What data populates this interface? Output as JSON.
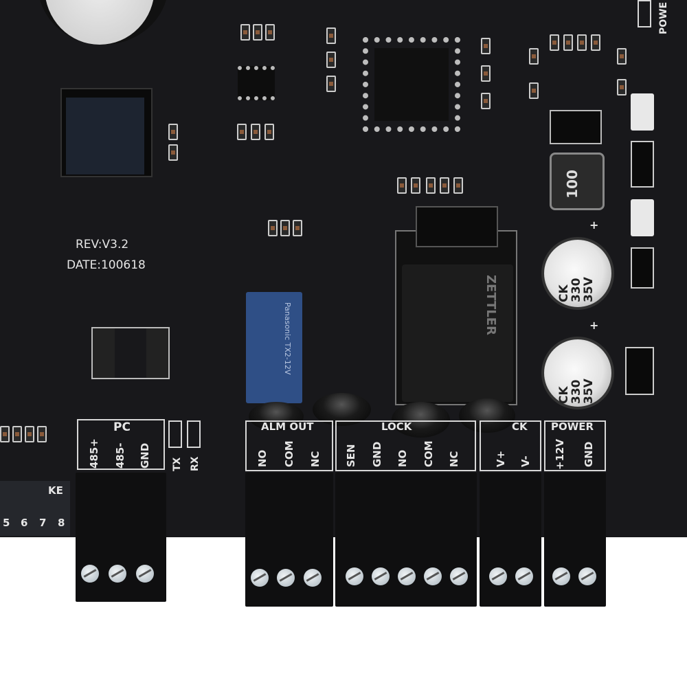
{
  "board": {
    "rev": "REV:V3.2",
    "date": "DATE:100618",
    "power_top": "POWE",
    "dip_label": "KE",
    "dip_numbers": [
      "5",
      "6",
      "7",
      "8"
    ],
    "inductor": "100",
    "capacitors": [
      {
        "brand": "CK",
        "value": "330",
        "voltage": "35V"
      },
      {
        "brand": "CK",
        "value": "330",
        "voltage": "35V"
      }
    ],
    "relay_small": "Panasonic TX2-12V",
    "relay_large": "ZETTLER",
    "plus": "+"
  },
  "terminals": {
    "pc": {
      "title": "PC",
      "pins": [
        "485+",
        "485-",
        "GND"
      ]
    },
    "txrx": [
      "TX",
      "RX"
    ],
    "alarm": {
      "title": "ALM OUT",
      "pins": [
        "NO",
        "COM",
        "NC"
      ]
    },
    "lock": {
      "title": "LOCK",
      "pins": [
        "SEN",
        "GND",
        "NO",
        "COM",
        "NC"
      ]
    },
    "lock_power": {
      "title": "CK",
      "pins": [
        "V+",
        "V-"
      ]
    },
    "power": {
      "title": "POWER",
      "pins": [
        "+12V",
        "GND"
      ]
    }
  },
  "colors": {
    "board": "#18181b",
    "silkscreen": "#e6e6e6",
    "relay_blue": "#2f4f86",
    "screw": "#c8d2d8"
  }
}
